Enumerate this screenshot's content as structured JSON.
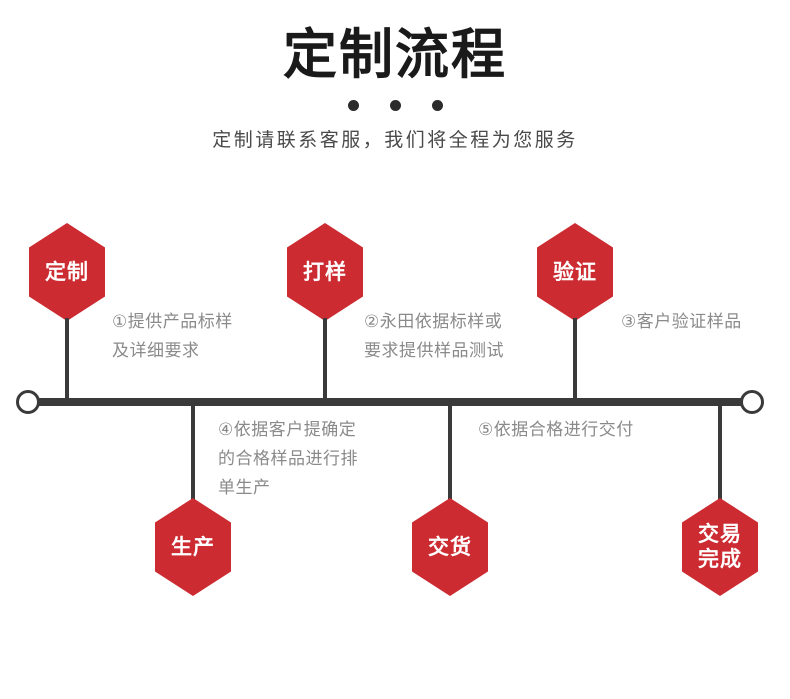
{
  "header": {
    "title": "定制流程",
    "dots_count": 3,
    "subtitle": "定制请联系客服，我们将全程为您服务"
  },
  "colors": {
    "hex_red": "#CC2B31",
    "line_dark": "#3a3a3a",
    "desc_gray": "#8a8a8a",
    "title_black": "#1a1a1a",
    "background": "#ffffff"
  },
  "timeline": {
    "left_cap": "circle-endpoint",
    "right_cap": "circle-endpoint",
    "steps_top": [
      {
        "id": "step-1",
        "label": "定制",
        "description": "①提供产品标样\n及详细要求"
      },
      {
        "id": "step-2",
        "label": "打样",
        "description": "②永田依据标样或\n要求提供样品测试"
      },
      {
        "id": "step-3",
        "label": "验证",
        "description": "③客户验证样品"
      }
    ],
    "steps_bottom": [
      {
        "id": "step-4",
        "label": "生产",
        "description": "④依据客户提确定\n的合格样品进行排\n单生产"
      },
      {
        "id": "step-5",
        "label": "交货",
        "description": "⑤依据合格进行交付"
      },
      {
        "id": "step-6",
        "label": "交易\n完成",
        "description": ""
      }
    ]
  }
}
